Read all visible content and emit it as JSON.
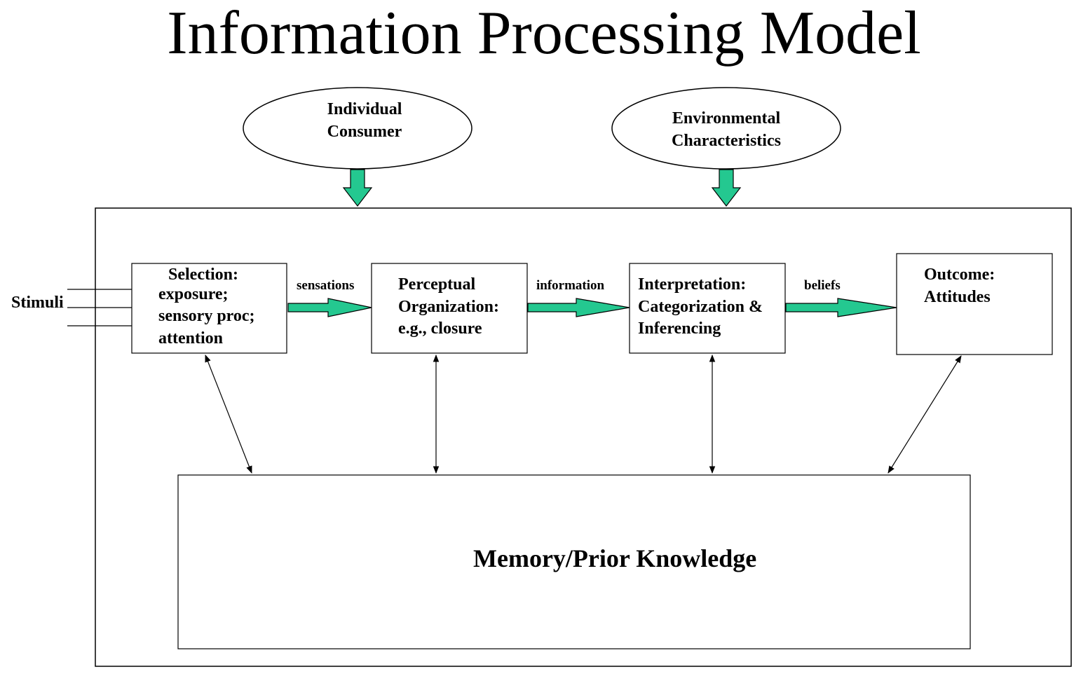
{
  "title": "Information Processing Model",
  "colors": {
    "arrow_fill": "#24c890",
    "stroke": "#000000",
    "background": "#ffffff"
  },
  "influences": [
    {
      "lines": [
        "Individual",
        "Consumer"
      ]
    },
    {
      "lines": [
        "Environmental",
        "Characteristics"
      ]
    }
  ],
  "stimuli": "Stimuli",
  "stages": [
    {
      "lines": [
        "Selection:",
        "exposure;",
        "sensory proc;",
        "attention"
      ]
    },
    {
      "lines": [
        "Perceptual",
        "Organization:",
        "e.g., closure"
      ]
    },
    {
      "lines": [
        "Interpretation:",
        "Categorization &",
        "Inferencing"
      ]
    },
    {
      "lines": [
        "Outcome:",
        "Attitudes"
      ]
    }
  ],
  "flows": [
    "sensations",
    "information",
    "beliefs"
  ],
  "memory": "Memory/Prior Knowledge"
}
